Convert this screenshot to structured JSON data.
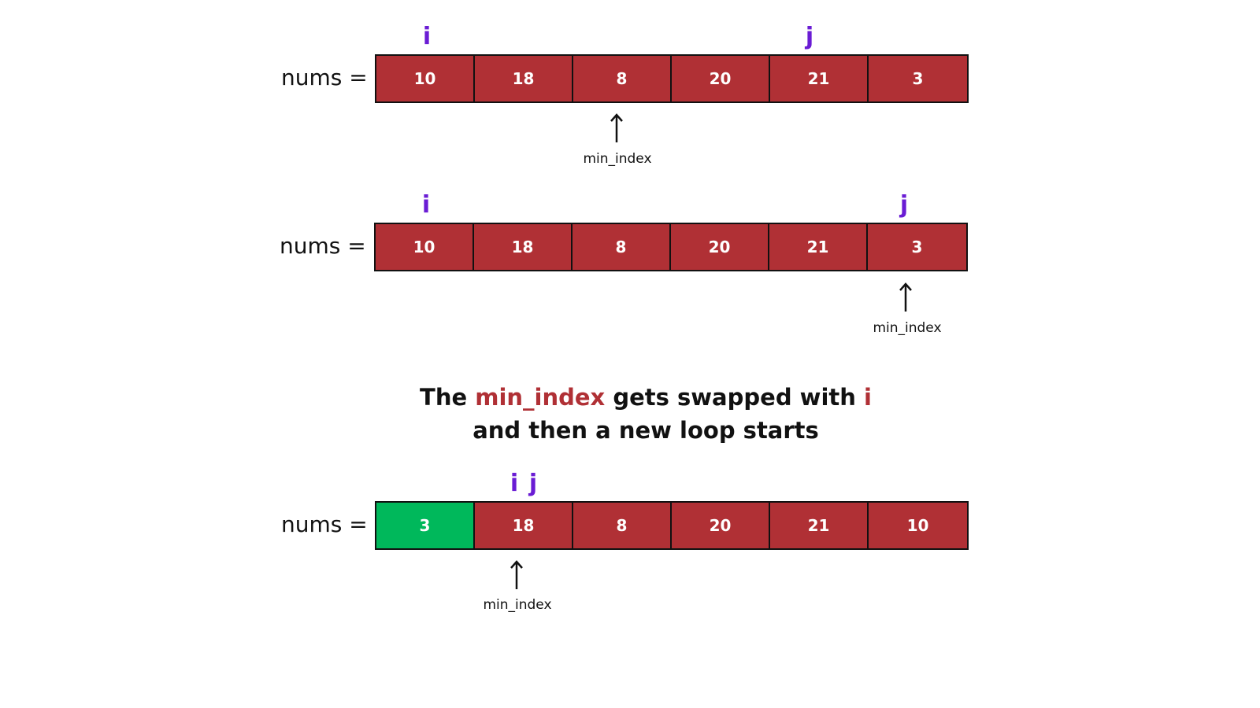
{
  "rows": [
    {
      "label": "nums =",
      "values": [
        "10",
        "18",
        "8",
        "20",
        "21",
        "3"
      ],
      "i_label": "i",
      "j_label": "j",
      "min_index_label": "min_index"
    },
    {
      "label": "nums =",
      "values": [
        "10",
        "18",
        "8",
        "20",
        "21",
        "3"
      ],
      "i_label": "i",
      "j_label": "j",
      "min_index_label": "min_index"
    },
    {
      "label": "nums =",
      "values": [
        "3",
        "18",
        "8",
        "20",
        "21",
        "10"
      ],
      "i_label": "i",
      "j_label": "j",
      "min_index_label": "min_index"
    }
  ],
  "caption": {
    "part1": "The ",
    "highlight1": "min_index",
    "part2": " gets swapped with ",
    "highlight2": "i",
    "line2": "and then a new loop starts"
  },
  "colors": {
    "cell": "#b03035",
    "sorted_cell": "#00b85b",
    "pointer": "#6a1cd4",
    "highlight": "#b03035"
  }
}
